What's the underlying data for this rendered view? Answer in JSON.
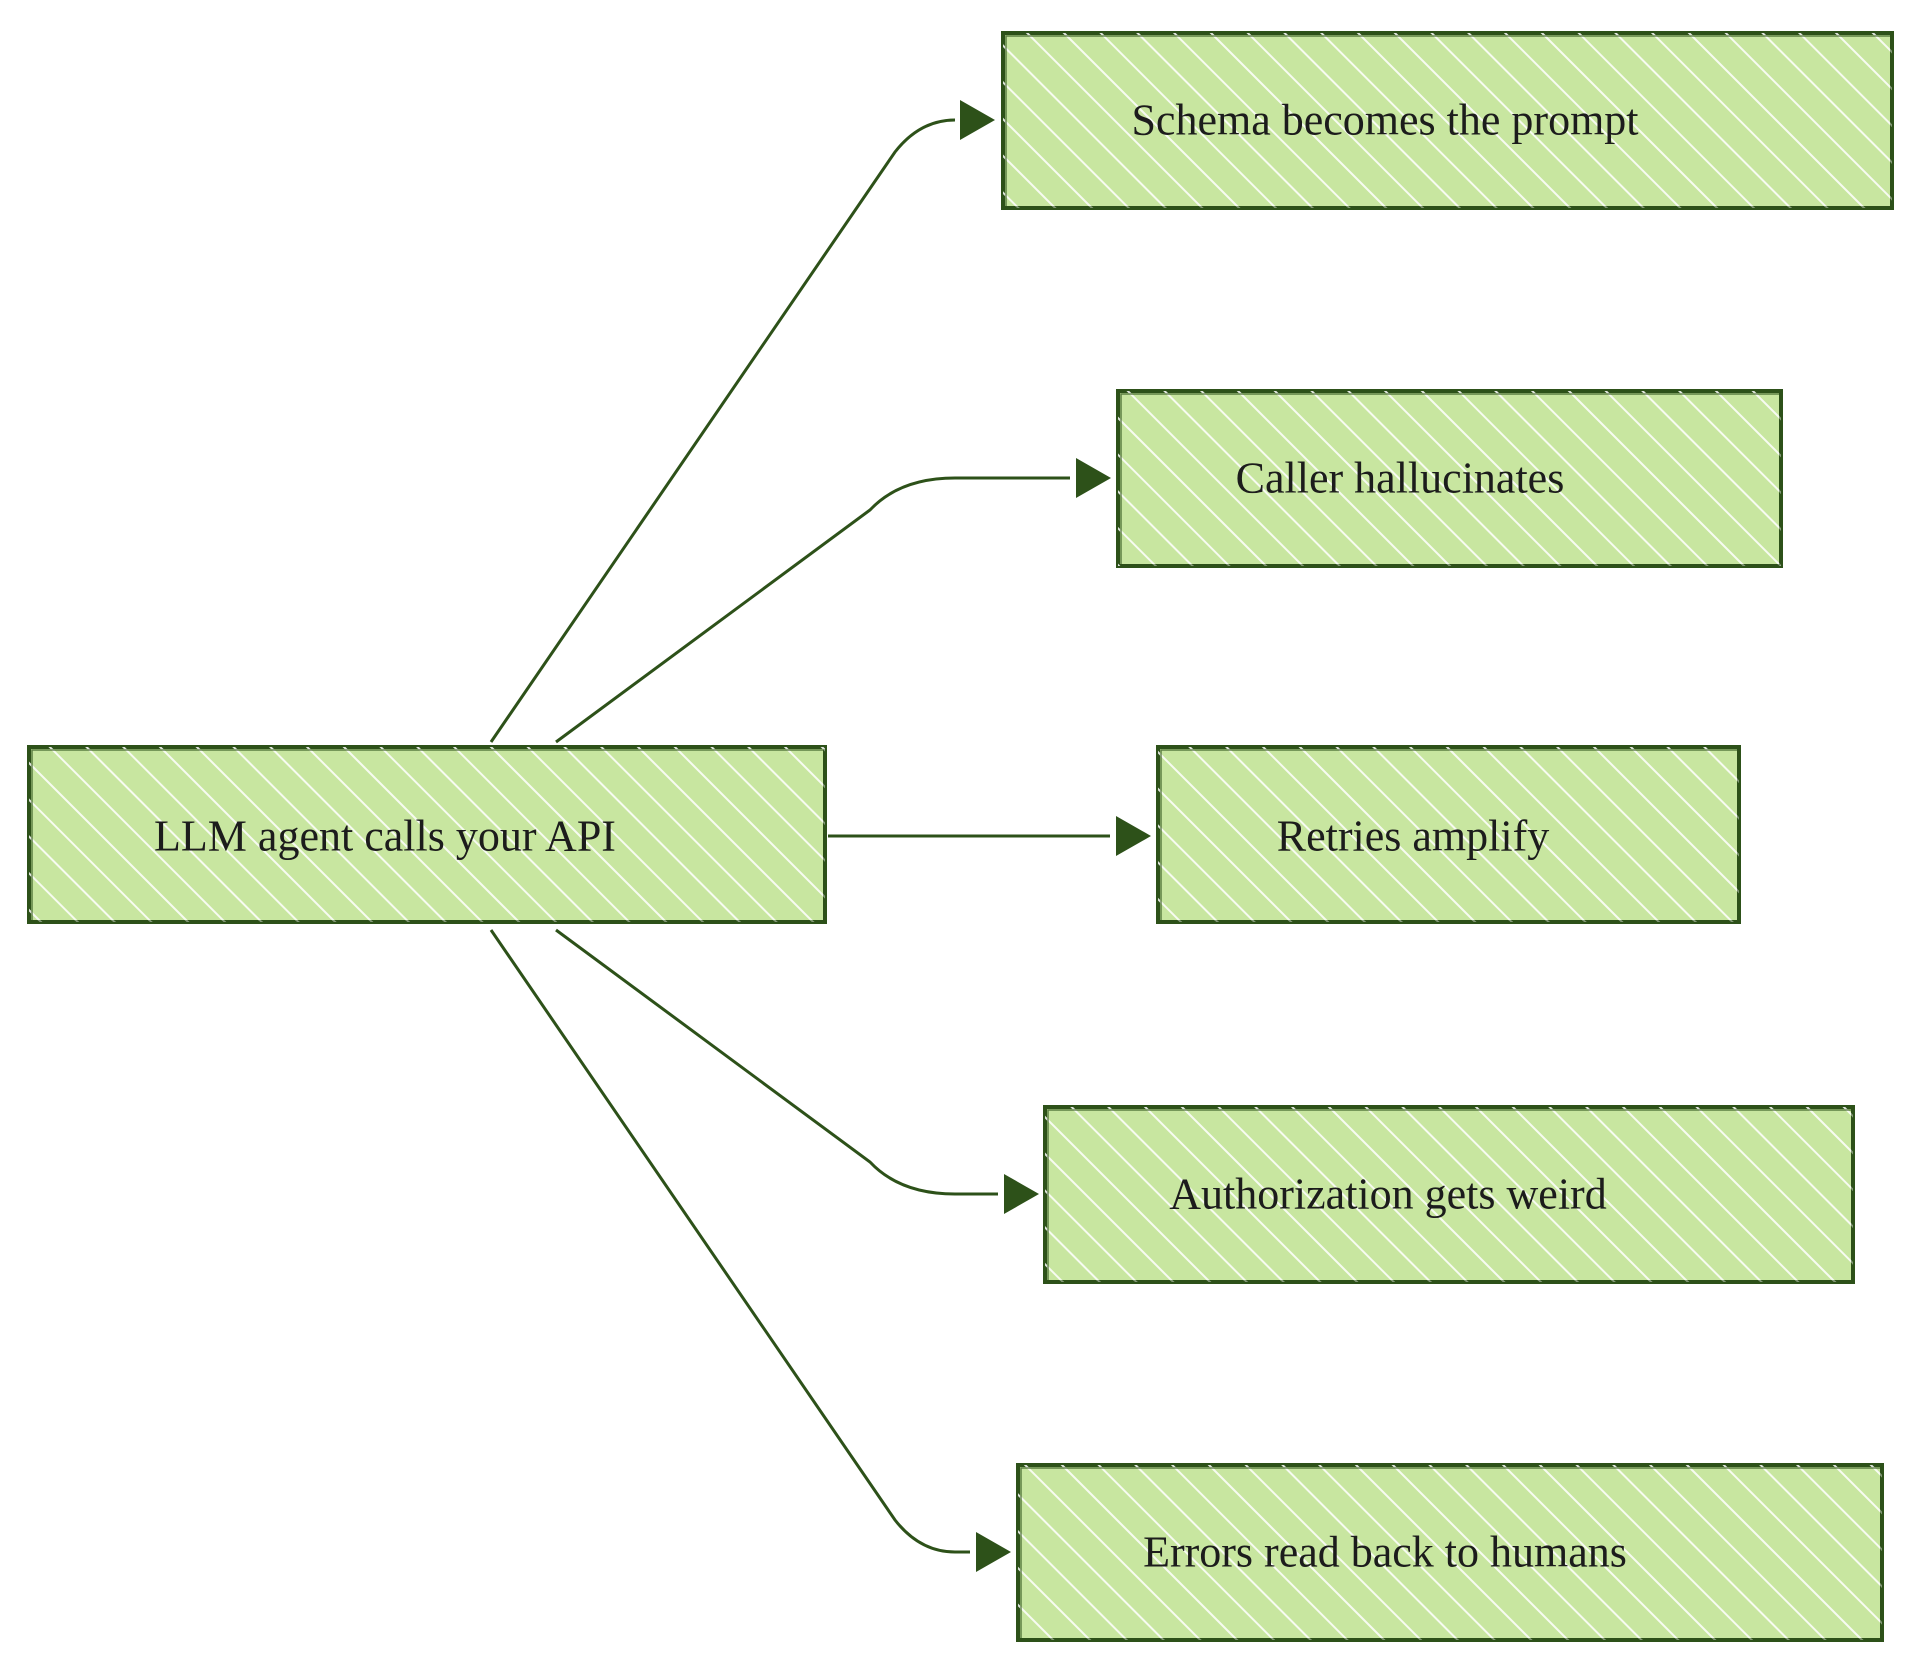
{
  "diagram": {
    "colors": {
      "fill": "#c8e6a0",
      "hatch": "#ffffff",
      "stroke": "#2d5119",
      "edge": "#2d5119",
      "text": "#1c1c1c"
    },
    "nodes": [
      {
        "id": "root",
        "label": "LLM agent calls your API"
      },
      {
        "id": "n1",
        "label": "Schema becomes the prompt"
      },
      {
        "id": "n2",
        "label": "Caller hallucinates"
      },
      {
        "id": "n3",
        "label": "Retries amplify"
      },
      {
        "id": "n4",
        "label": "Authorization gets weird"
      },
      {
        "id": "n5",
        "label": "Errors read back to humans"
      }
    ],
    "edges": [
      {
        "from": "root",
        "to": "n1"
      },
      {
        "from": "root",
        "to": "n2"
      },
      {
        "from": "root",
        "to": "n3"
      },
      {
        "from": "root",
        "to": "n4"
      },
      {
        "from": "root",
        "to": "n5"
      }
    ]
  }
}
